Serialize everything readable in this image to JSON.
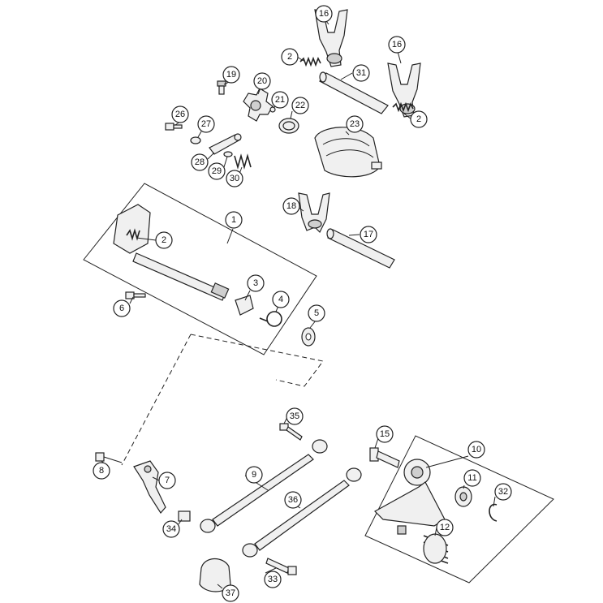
{
  "diagram": {
    "callouts": [
      {
        "id": "16a",
        "label": "16"
      },
      {
        "id": "2a",
        "label": "2"
      },
      {
        "id": "31",
        "label": "31"
      },
      {
        "id": "16b",
        "label": "16"
      },
      {
        "id": "2b",
        "label": "2"
      },
      {
        "id": "19",
        "label": "19"
      },
      {
        "id": "20",
        "label": "20"
      },
      {
        "id": "21",
        "label": "21"
      },
      {
        "id": "22",
        "label": "22"
      },
      {
        "id": "23",
        "label": "23"
      },
      {
        "id": "26",
        "label": "26"
      },
      {
        "id": "27",
        "label": "27"
      },
      {
        "id": "28",
        "label": "28"
      },
      {
        "id": "29",
        "label": "29"
      },
      {
        "id": "30",
        "label": "30"
      },
      {
        "id": "18",
        "label": "18"
      },
      {
        "id": "17",
        "label": "17"
      },
      {
        "id": "1",
        "label": "1"
      },
      {
        "id": "2c",
        "label": "2"
      },
      {
        "id": "3",
        "label": "3"
      },
      {
        "id": "4",
        "label": "4"
      },
      {
        "id": "5",
        "label": "5"
      },
      {
        "id": "6",
        "label": "6"
      },
      {
        "id": "35",
        "label": "35"
      },
      {
        "id": "15",
        "label": "15"
      },
      {
        "id": "10",
        "label": "10"
      },
      {
        "id": "8",
        "label": "8"
      },
      {
        "id": "7",
        "label": "7"
      },
      {
        "id": "9",
        "label": "9"
      },
      {
        "id": "11",
        "label": "11"
      },
      {
        "id": "32",
        "label": "32"
      },
      {
        "id": "36",
        "label": "36"
      },
      {
        "id": "34",
        "label": "34"
      },
      {
        "id": "12",
        "label": "12"
      },
      {
        "id": "33",
        "label": "33"
      },
      {
        "id": "37",
        "label": "37"
      }
    ]
  }
}
